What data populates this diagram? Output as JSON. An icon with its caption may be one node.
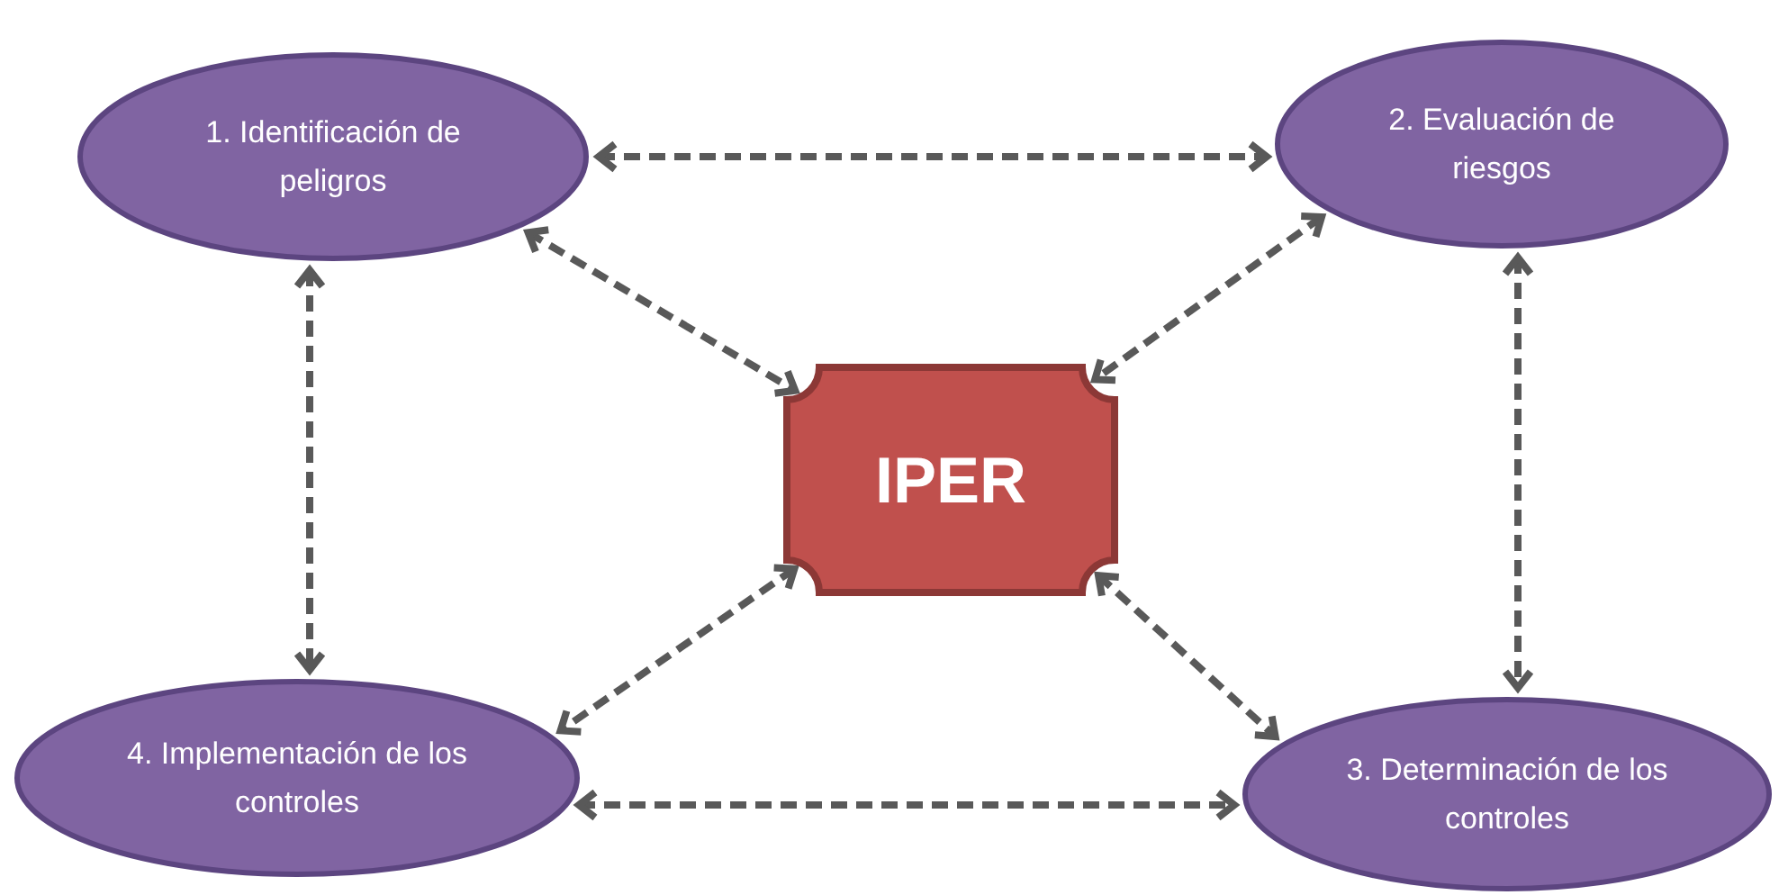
{
  "diagram": {
    "nodes": [
      {
        "text": [
          "1. Identificación de peligros"
        ]
      },
      {
        "text": [
          "2. Evaluación de riesgos"
        ]
      },
      {
        "text": [
          "IPER"
        ]
      },
      {
        "text": [
          "4. Implementación de los controles"
        ]
      },
      {
        "text": [
          "3. Determinación de los controles"
        ]
      }
    ],
    "edges": [
      {
        "from": 0,
        "to": 1,
        "arrow": "both",
        "style": "dashed"
      },
      {
        "from": 0,
        "to": 2,
        "arrow": "both",
        "style": "dashed"
      },
      {
        "from": 1,
        "to": 2,
        "arrow": "both",
        "style": "dashed"
      },
      {
        "from": 0,
        "to": 3,
        "arrow": "both",
        "style": "dashed"
      },
      {
        "from": 1,
        "to": 4,
        "arrow": "both",
        "style": "dashed"
      },
      {
        "from": 2,
        "to": 3,
        "arrow": "both",
        "style": "dashed"
      },
      {
        "from": 2,
        "to": 4,
        "arrow": "both",
        "style": "dashed"
      },
      {
        "from": 3,
        "to": 4,
        "arrow": "both",
        "style": "dashed"
      }
    ]
  }
}
